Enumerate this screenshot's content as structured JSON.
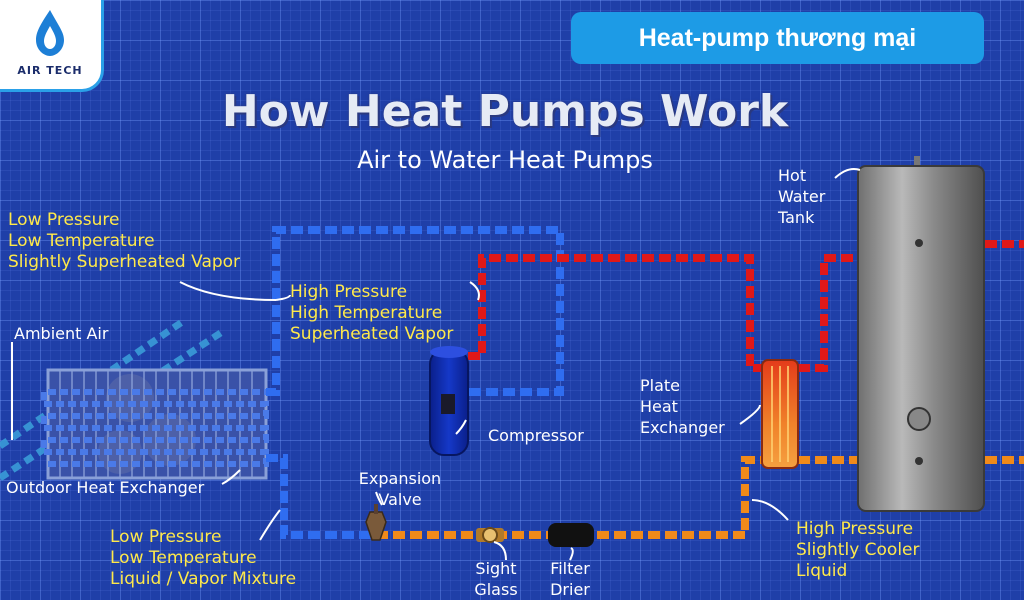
{
  "logo": {
    "text": "AIR TECH"
  },
  "badge": {
    "text": "Heat-pump thương mại"
  },
  "diagram": {
    "title": "How Heat Pumps Work",
    "subtitle": "Air to Water Heat Pumps",
    "labels": {
      "low_vapor": [
        "Low Pressure",
        "Low Temperature",
        "Slightly Superheated Vapor"
      ],
      "high_vapor": [
        "High Pressure",
        "High Temperature",
        "Superheated Vapor"
      ],
      "ambient_air": "Ambient Air",
      "outdoor_exchanger": "Outdoor Heat Exchanger",
      "compressor": "Compressor",
      "expansion_valve": [
        "Expansion",
        "Valve"
      ],
      "low_mix": [
        "Low Pressure",
        "Low Temperature",
        "Liquid / Vapor Mixture"
      ],
      "sight_glass": [
        "Sight",
        "Glass"
      ],
      "filter_drier": [
        "Filter",
        "Drier"
      ],
      "plate_exchanger": [
        "Plate",
        "Heat",
        "Exchanger"
      ],
      "hot_water_tank": [
        "Hot",
        "Water",
        "Tank"
      ],
      "high_cool_liquid": [
        "High Pressure",
        "Slightly Cooler",
        "Liquid"
      ]
    }
  },
  "colors": {
    "background": "#1f3fa8",
    "badge": "#1d9be6",
    "low_pressure_pipe": "#2f6df0",
    "high_pressure_vapor_pipe": "#e01818",
    "liquid_pipe": "#f08a1a",
    "label_yellow": "#ffe94a"
  }
}
